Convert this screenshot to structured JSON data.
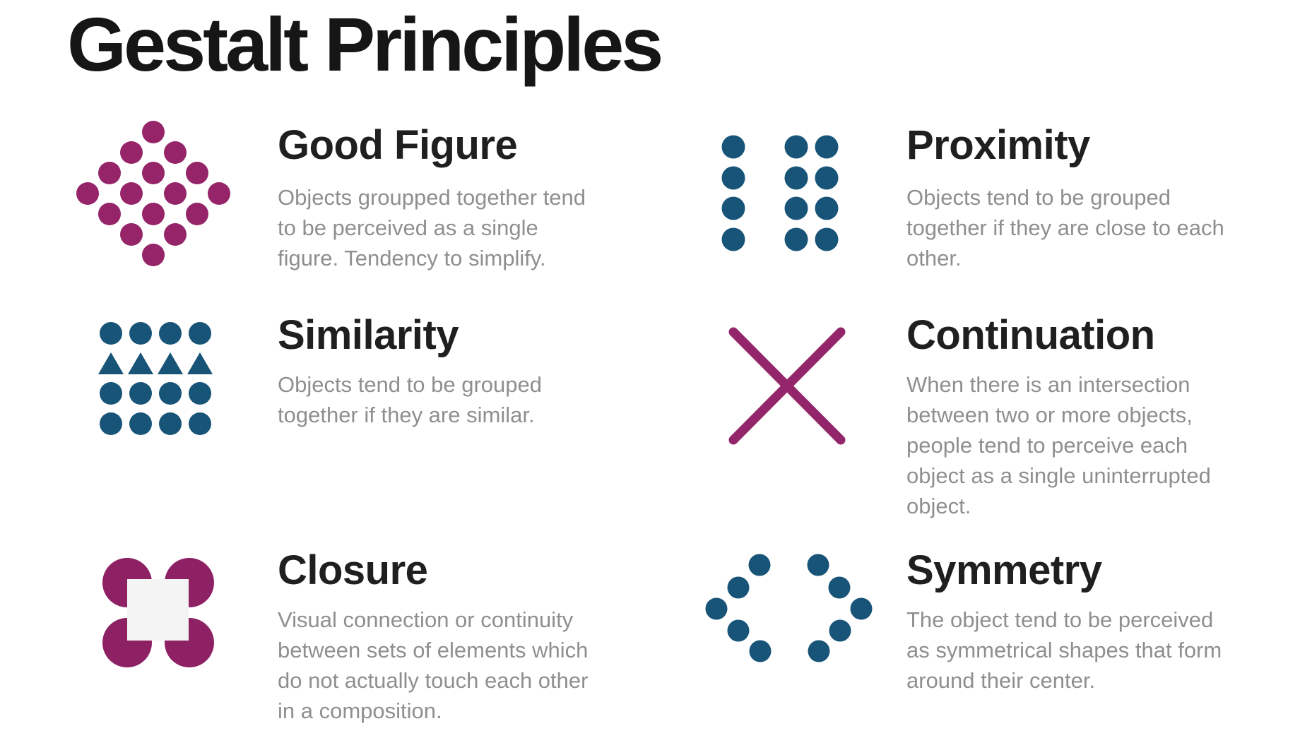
{
  "page": {
    "title": "Gestalt Principles",
    "background": "#ffffff"
  },
  "colors": {
    "magenta": "#952469",
    "magenta_closure": "#8e2164",
    "magenta_cross": "#93266b",
    "blue": "#175478",
    "title_text": "#161616",
    "heading_text": "#1f1f1f",
    "body_text": "#8f8f8f",
    "closure_square": "#f4f4f4"
  },
  "sections": [
    {
      "id": "good-figure",
      "icon": "good-figure-diamond-dots-icon",
      "title": "Good Figure",
      "description": "Objects groupped together tend\nto be perceived as a single\nfigure. Tendency to simplify."
    },
    {
      "id": "proximity",
      "icon": "proximity-dot-groups-icon",
      "title": "Proximity",
      "description": "Objects tend to be grouped\ntogether if they are close to each\nother."
    },
    {
      "id": "similarity",
      "icon": "similarity-circles-triangles-icon",
      "title": "Similarity",
      "description": "Objects tend to be grouped\ntogether if they are similar."
    },
    {
      "id": "continuation",
      "icon": "continuation-cross-icon",
      "title": "Continuation",
      "description": "When there is an intersection\nbetween two or more objects,\npeople tend to perceive each\nobject as a single uninterrupted\nobject."
    },
    {
      "id": "closure",
      "icon": "closure-circles-square-icon",
      "title": "Closure",
      "description": "Visual connection or continuity\nbetween sets of elements which\ndo not actually touch each other\nin a composition."
    },
    {
      "id": "symmetry",
      "icon": "symmetry-dot-diamond-icon",
      "title": "Symmetry",
      "description": "The object tend to be perceived\nas symmetrical shapes that form\naround their center."
    }
  ]
}
